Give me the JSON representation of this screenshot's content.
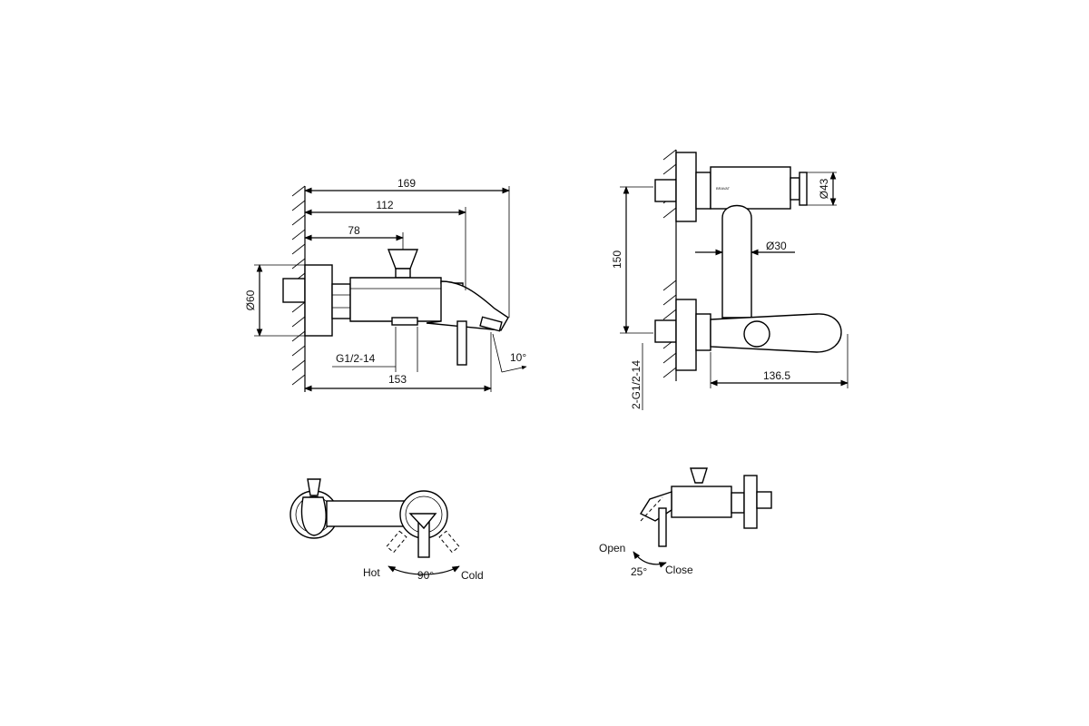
{
  "side_view": {
    "dim_overall": "169",
    "dim_spout_body": "112",
    "dim_diverter": "78",
    "dim_flange": "Ø60",
    "dim_thread": "G1/2-14",
    "dim_depth": "153",
    "dim_angle": "10°"
  },
  "front_view": {
    "dim_knob": "Ø43",
    "dim_body": "Ø30",
    "dim_centers": "150",
    "dim_thread": "2-G1/2-14",
    "dim_lever": "136.5",
    "brand_mark": "BRAVAT"
  },
  "top_view": {
    "label_hot": "Hot",
    "label_angle": "90°",
    "label_cold": "Cold"
  },
  "rear_view": {
    "label_open": "Open",
    "label_angle": "25°",
    "label_close": "Close"
  }
}
